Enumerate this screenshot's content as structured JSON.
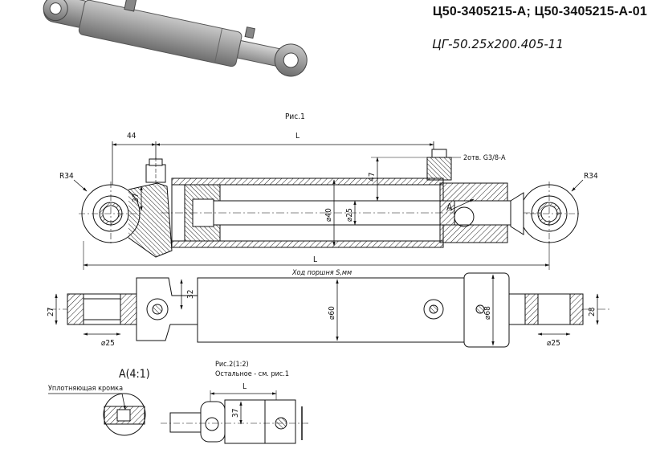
{
  "header": {
    "part_numbers": "Ц50-3405215-А; Ц50-3405215-А-01",
    "designation": "ЦГ-50.25х200.405-11"
  },
  "figure_labels": {
    "fig1": "Рис.1",
    "fig2": "Рис.2(1:2)",
    "fig2_note": "Остальное - см. рис.1",
    "detail_a": "А(4:1)",
    "detail_marker": "А",
    "seal_label": "Уплотняющая кромка"
  },
  "dimensions": {
    "dim_44": "44",
    "dim_L_top": "L",
    "dim_L_bottom": "L",
    "dim_L_fig2": "L",
    "radius_left": "R34",
    "radius_right": "R34",
    "port_thread": "2отв. G3/8-А",
    "dim_37": "37",
    "dim_47": "47",
    "dim_d40": "⌀40",
    "dim_d25": "⌀25",
    "stroke": "Ход поршня S,мм",
    "dim_32": "32",
    "dim_d60_left": "⌀60",
    "dim_d68": "⌀68",
    "dim_27": "27",
    "dim_28": "28",
    "dim_d25_left": "⌀25",
    "dim_d25_right": "⌀25",
    "dim_37_fig2": "37"
  },
  "colors": {
    "line": "#111111",
    "hatch": "#222222",
    "render_body": "#9a9a9a",
    "render_dark": "#6e6e6e",
    "render_light": "#c8c8c8"
  }
}
